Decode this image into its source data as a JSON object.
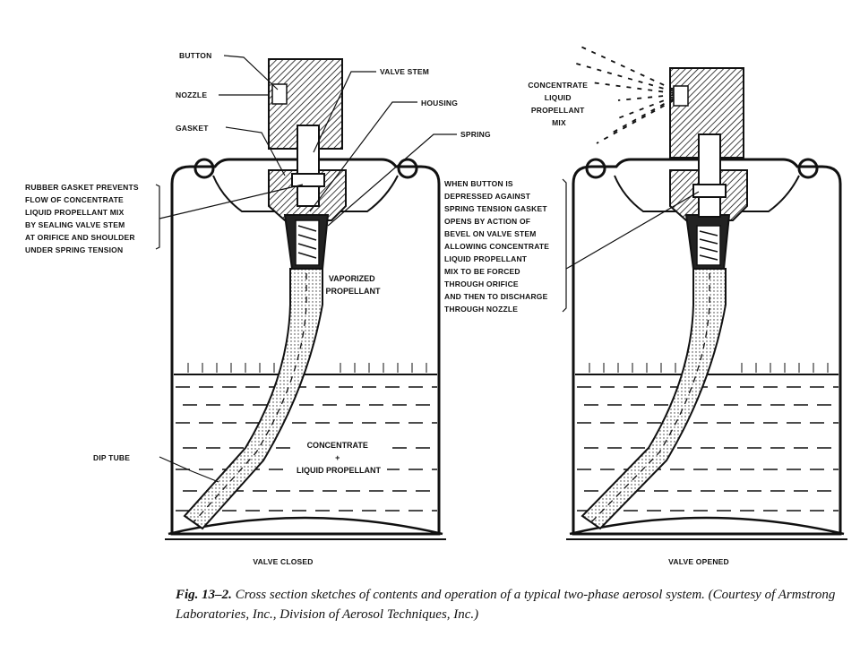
{
  "labels": {
    "button": "BUTTON",
    "nozzle": "NOZZLE",
    "gasket": "GASKET",
    "valve_stem": "VALVE STEM",
    "housing": "HOUSING",
    "spring": "SPRING",
    "vaporized_propellant": [
      "VAPORIZED",
      "PROPELLANT"
    ],
    "concentrate_liquid": [
      "CONCENTRATE",
      "+",
      "LIQUID PROPELLANT"
    ],
    "dip_tube": "DIP TUBE",
    "spray_label": [
      "CONCENTRATE",
      "LIQUID",
      "PROPELLANT",
      "MIX"
    ]
  },
  "notes": {
    "left": [
      "RUBBER GASKET PREVENTS",
      "FLOW OF CONCENTRATE",
      "LIQUID PROPELLANT MIX",
      "BY SEALING VALVE STEM",
      "AT ORIFICE AND SHOULDER",
      "UNDER SPRING TENSION"
    ],
    "right": [
      "WHEN BUTTON IS",
      "DEPRESSED AGAINST",
      "SPRING TENSION GASKET",
      "OPENS BY ACTION OF",
      "BEVEL ON VALVE STEM",
      "ALLOWING CONCENTRATE",
      "LIQUID PROPELLANT",
      "MIX TO BE FORCED",
      "THROUGH ORIFICE",
      "AND THEN TO DISCHARGE",
      "THROUGH NOZZLE"
    ]
  },
  "states": {
    "closed": "VALVE CLOSED",
    "opened": "VALVE OPENED"
  },
  "caption": {
    "title": "Fig. 13–2.",
    "text": "Cross section sketches of contents and operation of a typical two-phase aerosol system. (Courtesy of Armstrong Laboratories, Inc., Division of Aerosol Techniques, Inc.)"
  }
}
